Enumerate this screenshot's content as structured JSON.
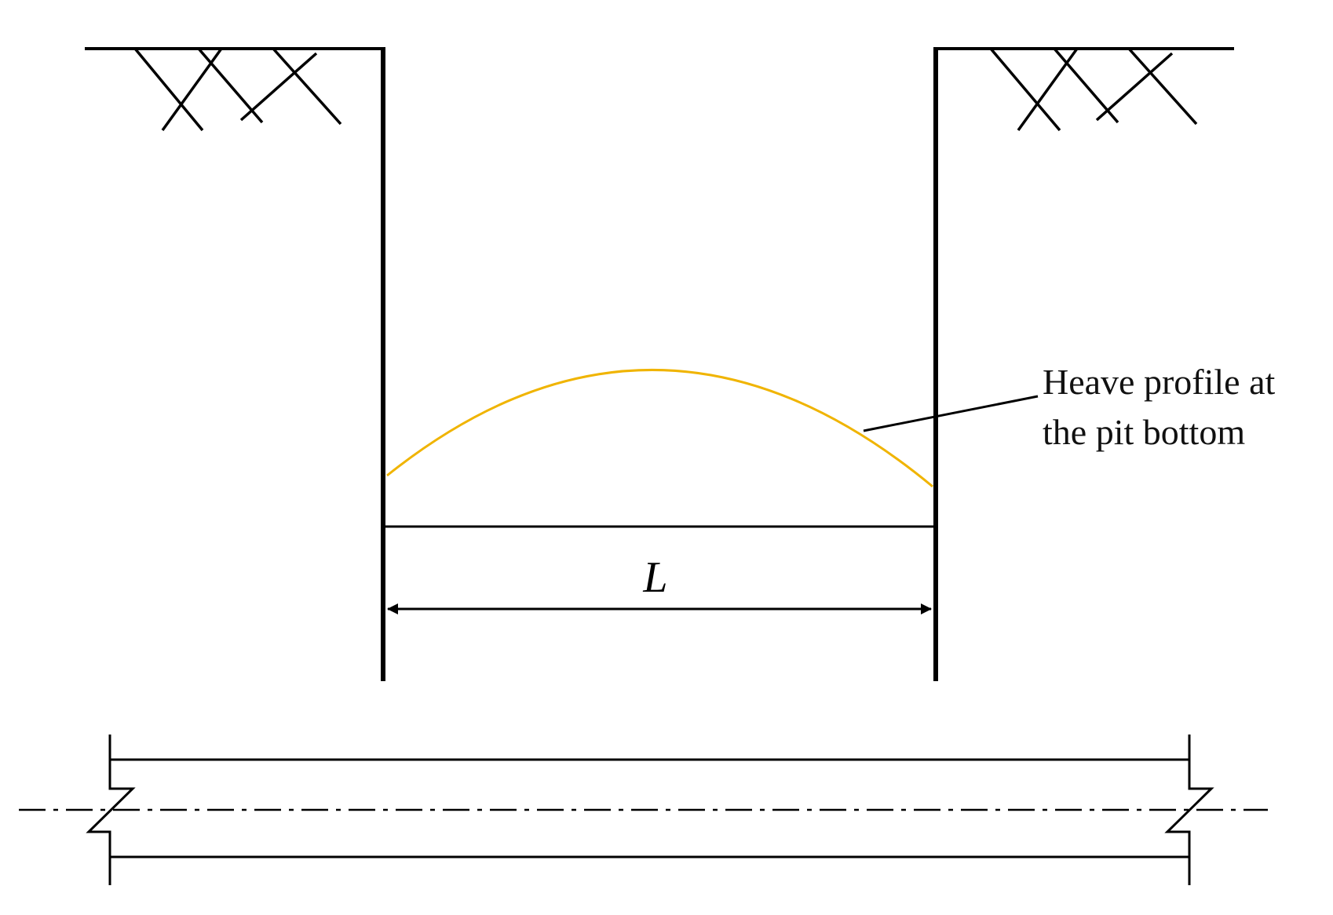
{
  "diagram": {
    "heave_label_lines": [
      "Heave profile at",
      "the pit bottom"
    ],
    "dimension_label": "L",
    "colors": {
      "line": "#000000",
      "heave_profile": "#f0b400",
      "background": "#ffffff"
    }
  }
}
